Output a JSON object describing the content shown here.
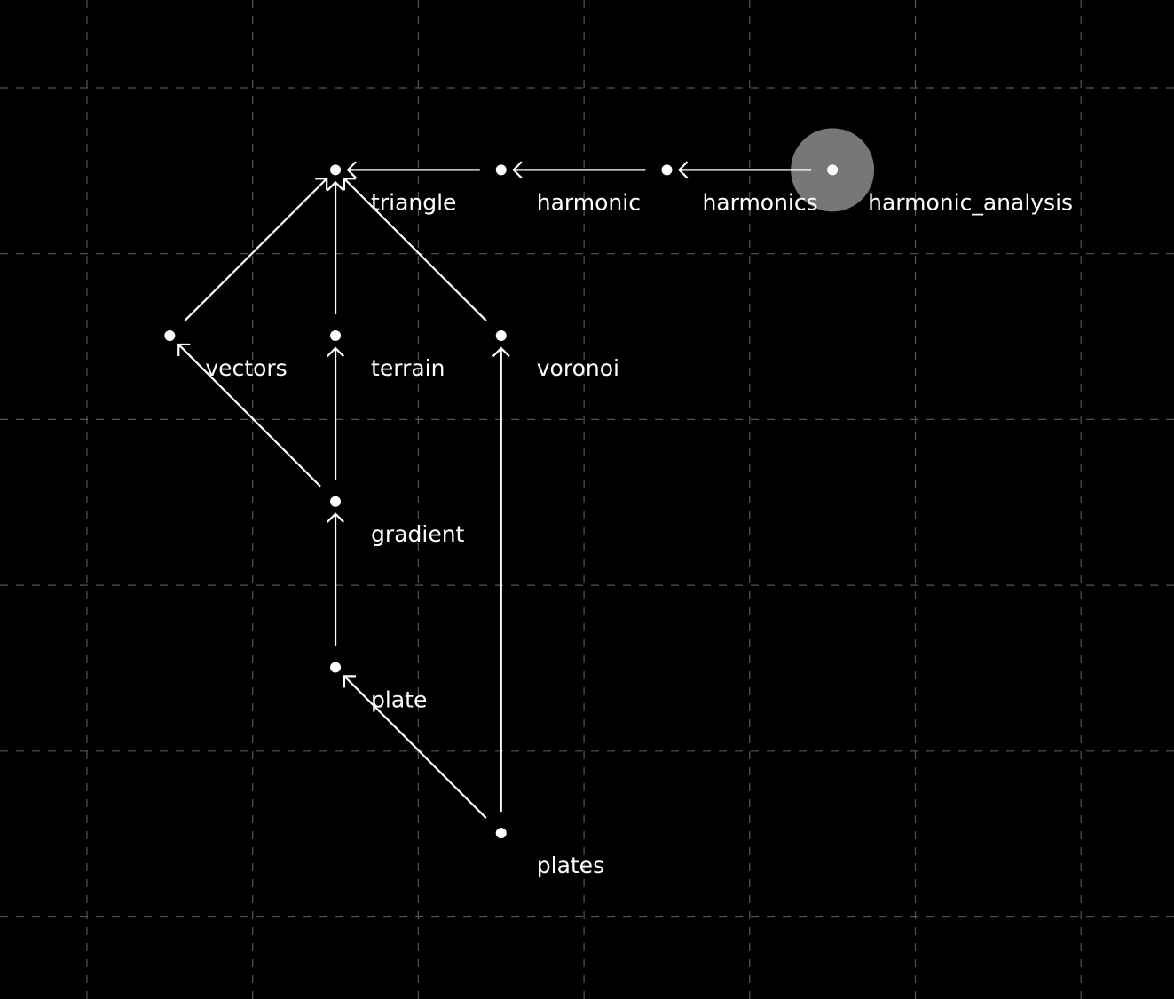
{
  "graph": {
    "background": "#000000",
    "grid_color": "#555555",
    "edge_color": "#ffffff",
    "node_color": "#ffffff",
    "highlight_color": "#777777",
    "highlighted_node": "harmonic_analysis",
    "nodes": [
      {
        "id": "triangle",
        "label": "triangle"
      },
      {
        "id": "harmonic",
        "label": "harmonic"
      },
      {
        "id": "harmonics",
        "label": "harmonics"
      },
      {
        "id": "harmonic_analysis",
        "label": "harmonic_analysis"
      },
      {
        "id": "vectors",
        "label": "vectors"
      },
      {
        "id": "terrain",
        "label": "terrain"
      },
      {
        "id": "voronoi",
        "label": "voronoi"
      },
      {
        "id": "gradient",
        "label": "gradient"
      },
      {
        "id": "plate",
        "label": "plate"
      },
      {
        "id": "plates",
        "label": "plates"
      }
    ],
    "edges": [
      {
        "from": "harmonic",
        "to": "triangle"
      },
      {
        "from": "harmonics",
        "to": "harmonic"
      },
      {
        "from": "harmonic_analysis",
        "to": "harmonics"
      },
      {
        "from": "vectors",
        "to": "triangle"
      },
      {
        "from": "terrain",
        "to": "triangle"
      },
      {
        "from": "voronoi",
        "to": "triangle"
      },
      {
        "from": "gradient",
        "to": "vectors"
      },
      {
        "from": "gradient",
        "to": "terrain"
      },
      {
        "from": "plate",
        "to": "gradient"
      },
      {
        "from": "plates",
        "to": "plate"
      },
      {
        "from": "plates",
        "to": "voronoi"
      }
    ]
  }
}
